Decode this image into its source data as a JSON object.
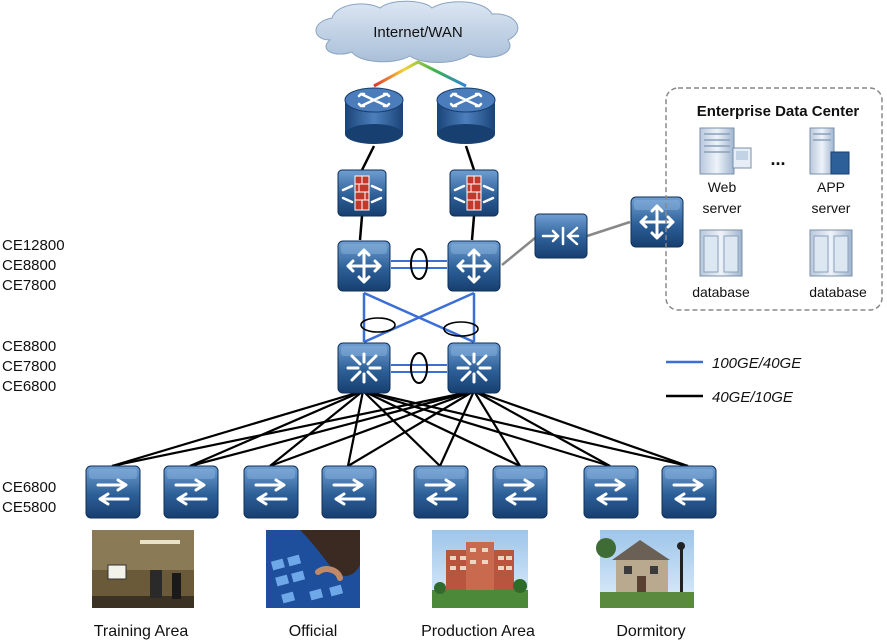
{
  "cloud": {
    "label": "Internet/WAN"
  },
  "tiers": {
    "core": [
      "CE12800",
      "CE8800",
      "CE7800"
    ],
    "aggregation": [
      "CE8800",
      "CE7800",
      "CE6800"
    ],
    "access": [
      "CE6800",
      "CE5800"
    ]
  },
  "data_center": {
    "title": "Enterprise Data Center",
    "ellipsis": "...",
    "web_server": [
      "Web",
      "server"
    ],
    "app_server": [
      "APP",
      "server"
    ],
    "db1": "database",
    "db2": "database"
  },
  "legend": [
    {
      "label": "100GE/40GE",
      "color": "#3a6fd8"
    },
    {
      "label": "40GE/10GE",
      "color": "#000000"
    }
  ],
  "areas": [
    "Training Area",
    "Official",
    "Production Area",
    "Dormitory"
  ],
  "colors": {
    "device_dark": "#1f4f86",
    "device_light": "#5f8fc4",
    "link_blue": "#3a6fd8",
    "link_black": "#000000",
    "cloud": "#b9cbe0",
    "firewall_red": "#c0392b"
  }
}
